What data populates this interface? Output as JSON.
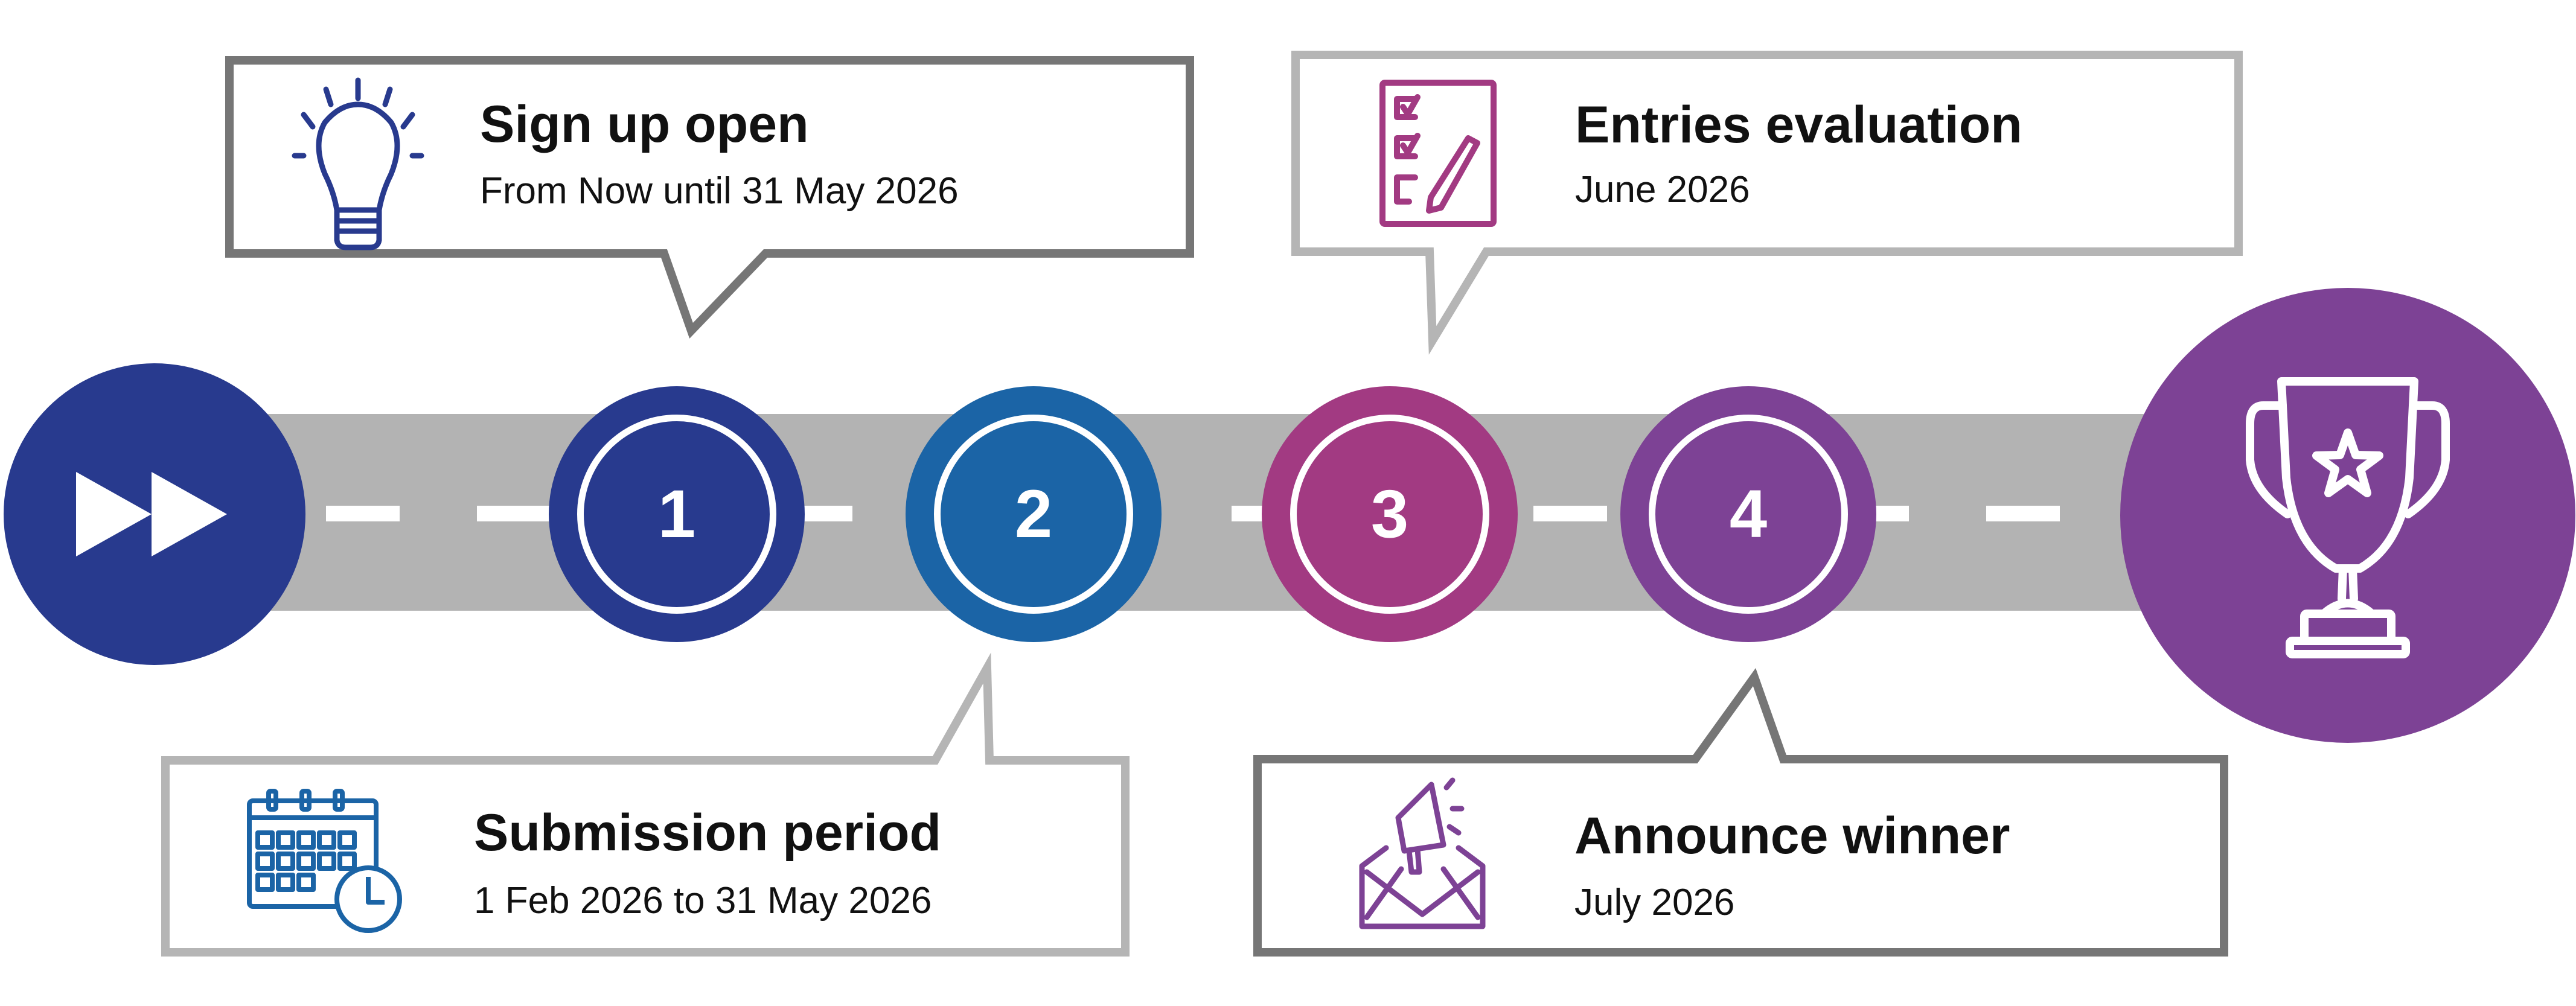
{
  "colors": {
    "road": "#b3b3b3",
    "start": "#283a8e",
    "step1": "#283a8e",
    "step2": "#1b64a6",
    "step3": "#a23a82",
    "step4": "#7d4295",
    "trophy": "#7d4295",
    "border_dark": "#767676",
    "border_light": "#b5b5b5"
  },
  "start": {
    "icon": "fast-forward-icon"
  },
  "finish": {
    "icon": "trophy-icon"
  },
  "steps": [
    {
      "number": "1",
      "title": "Sign up open",
      "subtitle": "From Now until 31 May 2026",
      "icon": "lightbulb-icon"
    },
    {
      "number": "2",
      "title": "Submission period",
      "subtitle": "1 Feb 2026 to 31 May 2026",
      "icon": "calendar-clock-icon"
    },
    {
      "number": "3",
      "title": "Entries evaluation",
      "subtitle": "June 2026",
      "icon": "checklist-icon"
    },
    {
      "number": "4",
      "title": "Announce winner",
      "subtitle": "July 2026",
      "icon": "megaphone-envelope-icon"
    }
  ]
}
